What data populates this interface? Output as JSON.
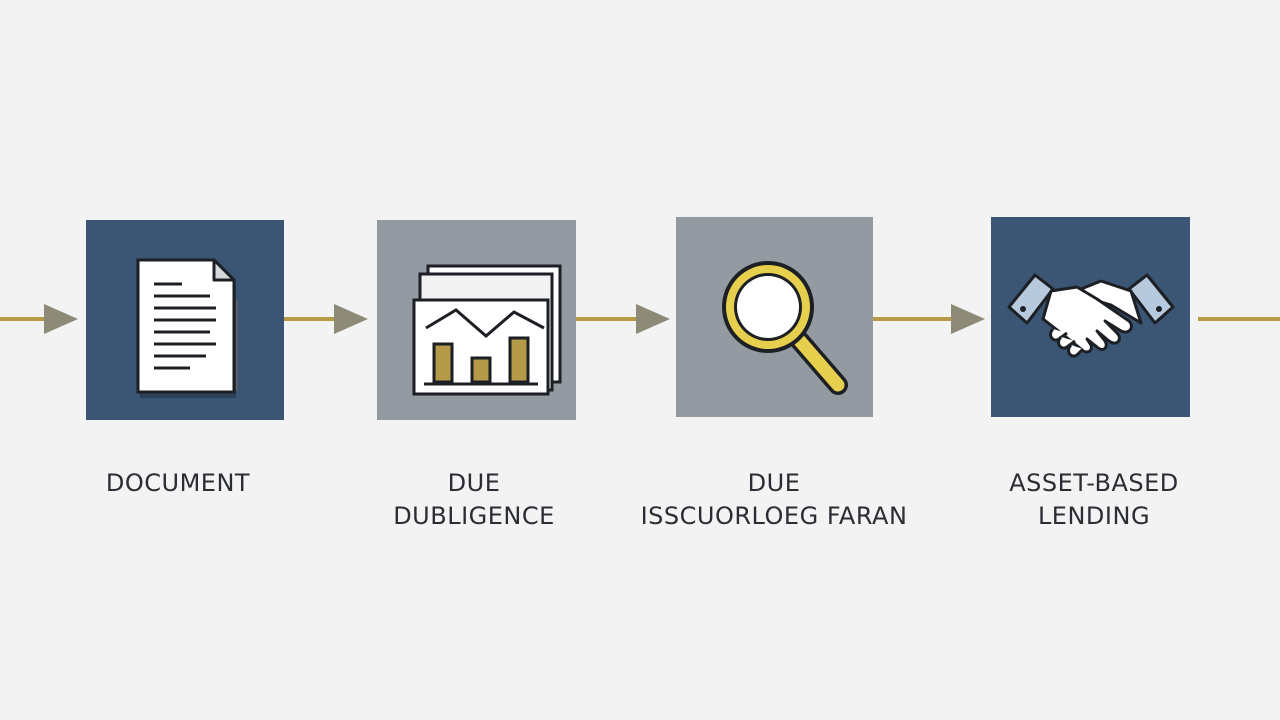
{
  "colors": {
    "background": "#f3f3f4",
    "navy_tile": "#3b5675",
    "gray_tile": "#939aa1",
    "arrow_gold": "#b89a45",
    "arrow_head": "#8d8a77",
    "chart_gold": "#b59a4a",
    "lens_yellow": "#e7cf4e",
    "label_text": "#2a2d33"
  },
  "steps": [
    {
      "icon": "document-icon",
      "label_lines": [
        "DOCUMENT"
      ]
    },
    {
      "icon": "bar-chart-icon",
      "label_lines": [
        "DUE",
        "DUBLIGENCE"
      ]
    },
    {
      "icon": "magnifying-glass-icon",
      "label_lines": [
        "DUE",
        "ISSCUORLOEG FARAN"
      ]
    },
    {
      "icon": "handshake-icon",
      "label_lines": [
        "ASSET-BASED",
        "LENDING"
      ]
    }
  ]
}
